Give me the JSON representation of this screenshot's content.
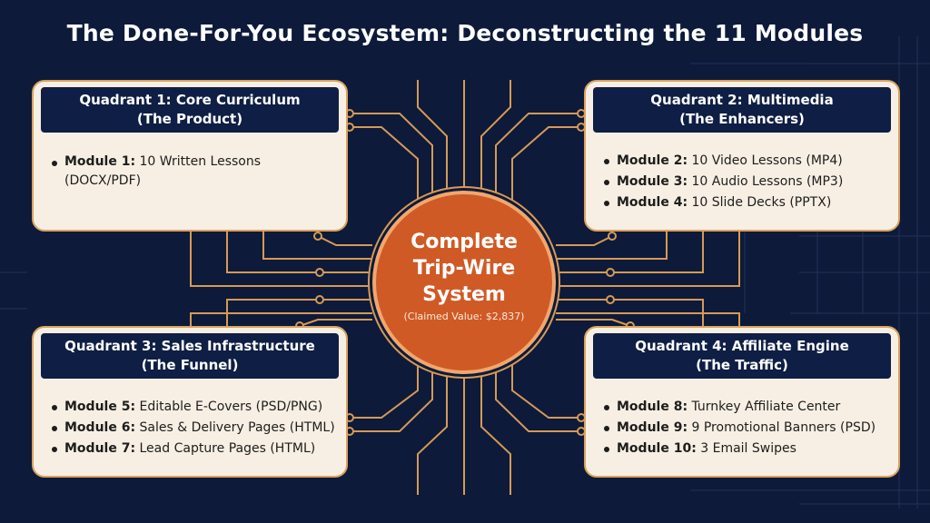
{
  "title": "The Done-For-You Ecosystem: Deconstructing the 11 Modules",
  "colors": {
    "background": "#0d1a3a",
    "card": "#f7efe3",
    "card_header": "#0f1e44",
    "accent_gold": "#d9a35e",
    "hub": "#cf5a26"
  },
  "hub": {
    "line1": "Complete",
    "line2": "Trip-Wire",
    "line3": "System",
    "subtitle": "(Claimed Value: $2,837)"
  },
  "quadrants": [
    {
      "header1": "Quadrant 1: Core Curriculum",
      "header2": "(The Product)",
      "items": [
        {
          "module": "Module 1:",
          "text": "10 Written Lessons",
          "text2": "(DOCX/PDF)"
        }
      ]
    },
    {
      "header1": "Quadrant 2: Multimedia",
      "header2": "(The Enhancers)",
      "items": [
        {
          "module": "Module 2:",
          "text": "10 Video Lessons (MP4)"
        },
        {
          "module": "Module 3:",
          "text": "10 Audio Lessons (MP3)"
        },
        {
          "module": "Module 4:",
          "text": "10 Slide Decks (PPTX)"
        }
      ]
    },
    {
      "header1": "Quadrant 3: Sales Infrastructure",
      "header2": "(The Funnel)",
      "items": [
        {
          "module": "Module 5:",
          "text": "Editable E-Covers (PSD/PNG)"
        },
        {
          "module": "Module 6:",
          "text": "Sales & Delivery Pages (HTML)"
        },
        {
          "module": "Module 7:",
          "text": "Lead Capture Pages (HTML)"
        }
      ]
    },
    {
      "header1": "Quadrant 4: Affiliate Engine",
      "header2": "(The Traffic)",
      "items": [
        {
          "module": "Module 8:",
          "text": "Turnkey Affiliate Center"
        },
        {
          "module": "Module 9:",
          "text": "9 Promotional Banners (PSD)"
        },
        {
          "module": "Module 10:",
          "text": "3 Email Swipes"
        }
      ]
    }
  ]
}
